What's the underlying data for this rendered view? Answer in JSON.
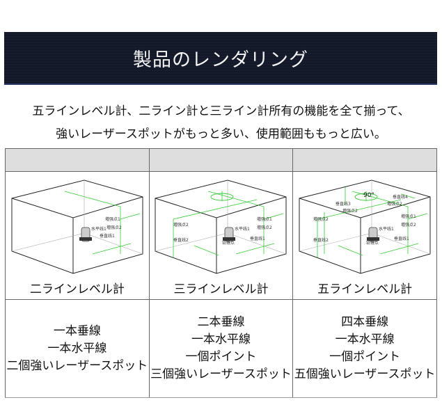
{
  "banner": {
    "title": "製品のレンダリング"
  },
  "intro": {
    "line1": "五ラインレベル計、二ライン計と三ライン計所有の機能を全て揃って、",
    "line2": "強いレーザースポットがもっと多い、使用範囲ももっと広い。"
  },
  "colors": {
    "laser": "#33cc33",
    "banner_bg": "#121828",
    "header_bg": "#dedede"
  },
  "products": [
    {
      "name": "二ラインレベル計",
      "features": [
        "一本垂線",
        "一本水平線",
        "二個強いレーザースポット"
      ],
      "diagram_labels": [
        "増强点1",
        "水平线1",
        "増强点2",
        "垂直线1"
      ]
    },
    {
      "name": "三ラインレベル計",
      "features": [
        "二本垂線",
        "一本水平線",
        "一個ポイント",
        "三個強いレーザースポット"
      ],
      "diagram_labels": [
        "増强点2",
        "増强点1",
        "水平线1",
        "増强点2",
        "垂直线2",
        "铅锤点",
        "垂直线1"
      ]
    },
    {
      "name": "五ラインレベル計",
      "features": [
        "四本垂線",
        "一本水平線",
        "一個ポイント",
        "五個強いレーザースポット"
      ],
      "diagram_labels": [
        "90°",
        "垂直线3",
        "垂直线4",
        "増强点2",
        "増强点2",
        "増强点2",
        "増强点1",
        "水平线1",
        "増强点2",
        "垂直线2",
        "铅锤点",
        "垂直线1"
      ]
    }
  ]
}
